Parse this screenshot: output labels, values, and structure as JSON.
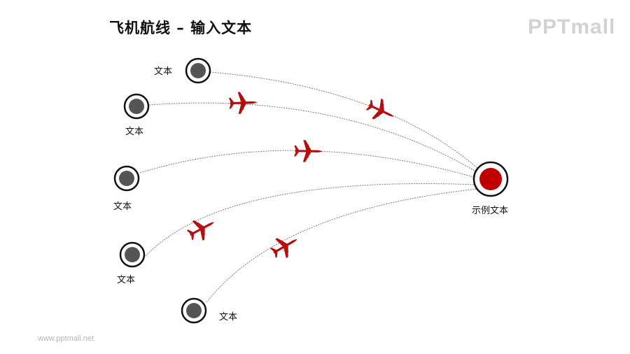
{
  "title": "飞机航线 – 输入文本",
  "logo": "PPTmall",
  "footer_url": "www.pptmall.net",
  "hub": {
    "label": "示例文本",
    "color": "#c00000"
  },
  "origins": [
    {
      "label": "文本"
    },
    {
      "label": "文本"
    },
    {
      "label": "文本"
    },
    {
      "label": "文本"
    },
    {
      "label": "文本"
    }
  ],
  "colors": {
    "plane": "#b50e0e",
    "origin_fill": "#555555",
    "ring": "#111111",
    "route": "#7a7a7a"
  },
  "icons": {
    "plane": "airplane-icon"
  }
}
